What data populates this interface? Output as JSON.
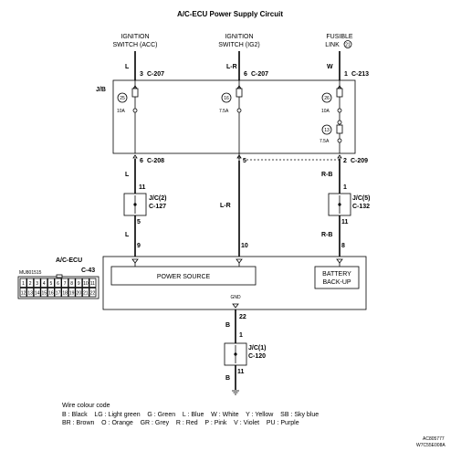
{
  "title": "A/C-ECU Power Supply Circuit",
  "sources": {
    "acc_line1": "IGNITION",
    "acc_line2": "SWITCH (ACC)",
    "ig2_line1": "IGNITION",
    "ig2_line2": "SWITCH (IG2)",
    "fl_line1": "FUSIBLE",
    "fl_line2": "LINK",
    "fl_num": "21"
  },
  "jb": {
    "label": "J/B",
    "fuse1": {
      "num": "25",
      "rating": "10A"
    },
    "fuse2": {
      "num": "16",
      "rating": "7.5A"
    },
    "fuse3": {
      "num": "26",
      "rating": "10A"
    },
    "fuse4": {
      "num": "13",
      "rating": "7.5A"
    }
  },
  "col1": {
    "wire_top": "L",
    "pin_top": "3",
    "conn_top": "C-207",
    "pin_jb_out": "6",
    "conn_jb_out": "C-208",
    "wire_mid": "L",
    "jc_pin_in": "11",
    "jc_name": "J/C(2)",
    "jc_conn": "C-127",
    "jc_pin_out": "5",
    "wire_low": "L",
    "ecu_pin": "9"
  },
  "col2": {
    "wire_top": "L-R",
    "pin_top": "6",
    "conn_top": "C-207",
    "pin_jb_out": "5",
    "wire_mid": "L-R",
    "ecu_pin": "10"
  },
  "col3": {
    "wire_top": "W",
    "pin_top": "1",
    "conn_top": "C-213",
    "pin_jb_out": "2",
    "conn_jb_out": "C-209",
    "wire_mid": "R-B",
    "jc_pin_in": "1",
    "jc_name": "J/C(5)",
    "jc_conn": "C-132",
    "jc_pin_out": "11",
    "wire_low": "R-B",
    "ecu_pin": "8"
  },
  "ecu": {
    "name": "A/C-ECU",
    "conn": "C-43",
    "power_source": "POWER SOURCE",
    "backup_line1": "BATTERY",
    "backup_line2": "BACK-UP",
    "gnd": "GND",
    "gnd_pin": "22",
    "part_no": "MU801515",
    "pins_row1": [
      "1",
      "2",
      "3",
      "4",
      "5",
      "6",
      "7",
      "8",
      "9",
      "10",
      "11"
    ],
    "pins_row2": [
      "12",
      "13",
      "14",
      "15",
      "16",
      "17",
      "18",
      "19",
      "20",
      "21",
      "22"
    ]
  },
  "ground": {
    "wire_top": "B",
    "jc_pin_in": "1",
    "jc_name": "J/C(1)",
    "jc_conn": "C-120",
    "jc_pin_out": "11",
    "wire_low": "B"
  },
  "legend": {
    "heading": "Wire colour code",
    "line1": "B : Black    LG : Light green    G : Green    L : Blue    W : White    Y : Yellow    SB : Sky blue",
    "line2": "BR : Brown    O : Orange    GR : Grey    R : Red    P : Pink    V : Violet    PU : Purple"
  },
  "footer": {
    "code1": "AC805777",
    "code2": "W7C55E008A"
  }
}
